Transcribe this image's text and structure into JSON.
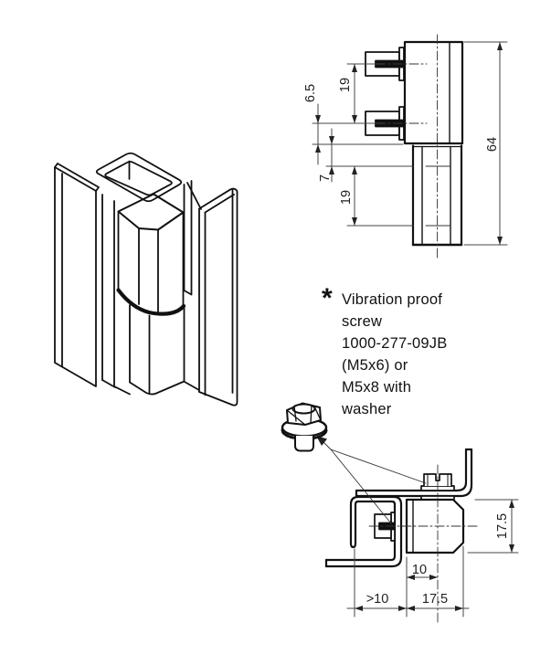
{
  "note": {
    "marker": "*",
    "lines": [
      "Vibration proof",
      "screw",
      "1000-277-09JB",
      "(M5x6) or",
      "M5x8 with",
      "washer"
    ],
    "icon": "hex-flange-screw-icon"
  },
  "side_view": {
    "dim_screw_edge": "6.5",
    "dim_screw_pitch": "19",
    "dim_pin_offset": "7",
    "dim_knuckle_pitch": "19",
    "dim_overall_height": "64"
  },
  "bottom_view": {
    "dim_height": "17.5",
    "dim_center_offset": "10",
    "dim_clearance": ">10",
    "dim_depth": "17.5"
  },
  "colors": {
    "line": "#111111",
    "dimension_line": "#444444",
    "text": "#222222",
    "background": "#ffffff"
  }
}
